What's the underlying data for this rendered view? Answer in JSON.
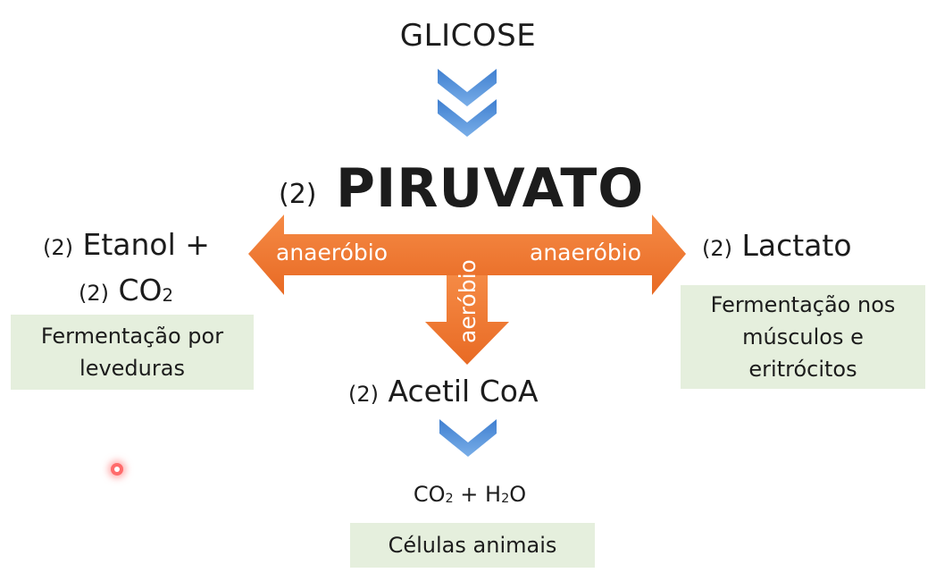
{
  "top": {
    "title": "GLICOSE"
  },
  "center": {
    "coef": "(2)",
    "title": "PIRUVATO"
  },
  "arrows": {
    "left_label": "anaeróbio",
    "right_label": "anaeróbio",
    "down_label": "aeróbio",
    "color": "#f07b36"
  },
  "left": {
    "coef1": "(2)",
    "name1": "Etanol +",
    "coef2": "(2)",
    "name2_main": "CO",
    "name2_sub": "2",
    "box": {
      "line1": "Fermentação por",
      "line2": "leveduras"
    }
  },
  "right": {
    "coef": "(2)",
    "name": "Lactato",
    "box": {
      "line1": "Fermentação nos",
      "line2": "músculos e",
      "line3": "eritrócitos"
    }
  },
  "bottom": {
    "coef": "(2)",
    "name": "Acetil CoA",
    "product": {
      "a_main": "CO",
      "a_sub": "2",
      "plus": " + ",
      "b_main": "H",
      "b_sub": "2",
      "b_tail": "O"
    },
    "box": {
      "label": "Células animais"
    }
  },
  "colors": {
    "chevron": "#4a8ad6",
    "box_bg": "#e5efdd"
  },
  "icons": {
    "chevron": "chevron-down-icon",
    "cursor": "pointer-dot-icon"
  }
}
